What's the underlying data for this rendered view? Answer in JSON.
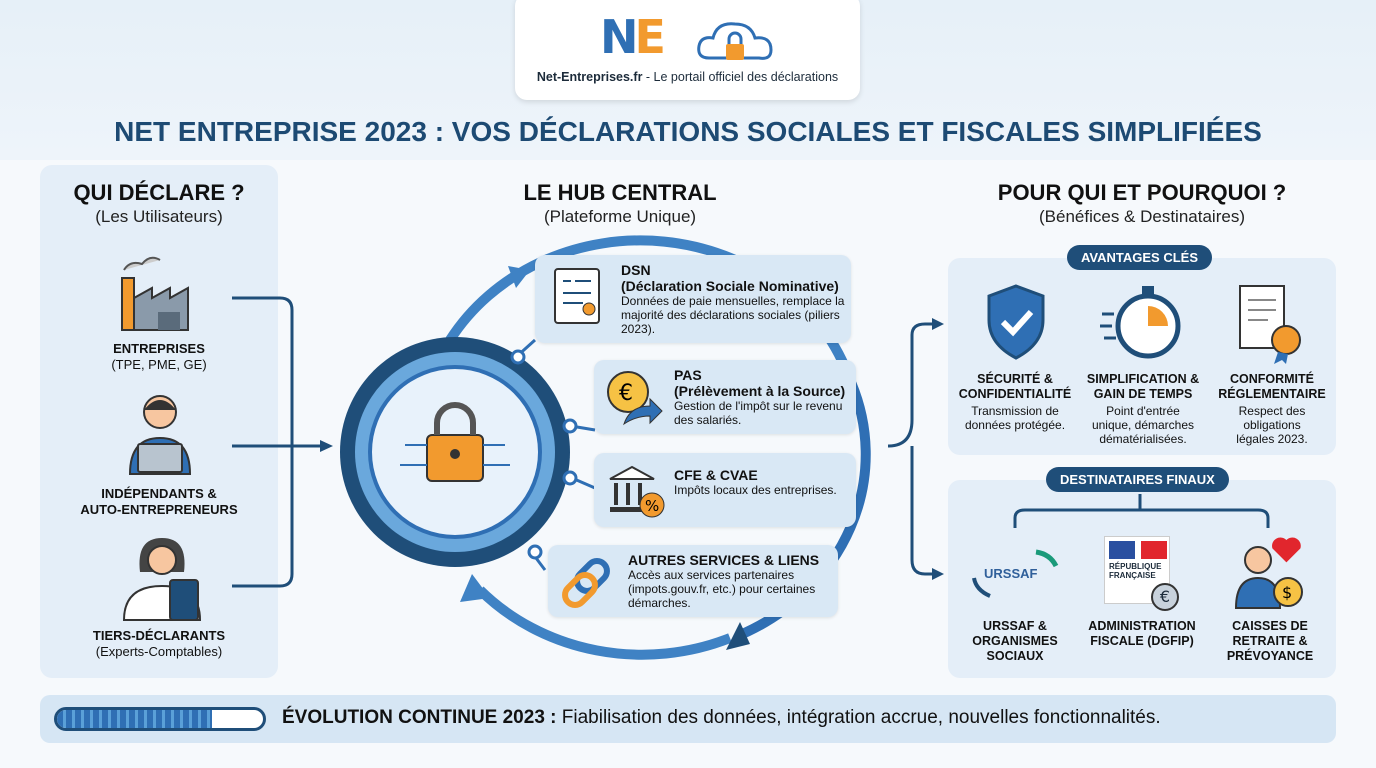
{
  "header": {
    "logo_text": "NE",
    "tagline_site": "Net-Entreprises.fr",
    "tagline_rest": " - Le portail officiel des déclarations",
    "title": "NET ENTREPRISE 2023 : VOS DÉCLARATIONS SOCIALES ET FISCALES SIMPLIFIÉES"
  },
  "left": {
    "title": "QUI DÉCLARE ?",
    "subtitle": "(Les Utilisateurs)",
    "users": [
      {
        "icon": "factory-icon",
        "title": "ENTREPRISES",
        "sub": "(TPE, PME, GE)"
      },
      {
        "icon": "freelancer-laptop-icon",
        "title": "INDÉPENDANTS &",
        "sub": "AUTO-ENTREPRENEURS"
      },
      {
        "icon": "accountant-calculator-icon",
        "title": "TIERS-DÉCLARANTS",
        "sub": "(Experts-Comptables)"
      }
    ]
  },
  "center": {
    "title": "LE HUB CENTRAL",
    "subtitle": "(Plateforme Unique)",
    "services": [
      {
        "icon": "document-certificate-icon",
        "title": "DSN",
        "title2": "(Déclaration Sociale Nominative)",
        "desc": "Données de paie mensuelles, remplace la majorité des déclarations sociales (piliers 2023)."
      },
      {
        "icon": "euro-coin-arrow-icon",
        "title": "PAS",
        "title2": "(Prélèvement à la Source)",
        "desc": "Gestion de l'impôt sur le revenu des salariés."
      },
      {
        "icon": "bank-percent-icon",
        "title": "CFE & CVAE",
        "title2": "",
        "desc": "Impôts locaux des entreprises."
      },
      {
        "icon": "chain-link-icon",
        "title": "AUTRES SERVICES & LIENS",
        "title2": "",
        "desc": "Accès aux services partenaires (impots.gouv.fr, etc.) pour certaines démarches."
      }
    ]
  },
  "right": {
    "title": "POUR QUI ET POURQUOI ?",
    "subtitle": "(Bénéfices & Destinataires)",
    "advantages_label": "AVANTAGES CLÉS",
    "advantages": [
      {
        "icon": "shield-check-icon",
        "title": "SÉCURITÉ & CONFIDENTIALITÉ",
        "desc": "Transmission de données protégée."
      },
      {
        "icon": "stopwatch-icon",
        "title": "SIMPLIFICATION & GAIN DE TEMPS",
        "desc": "Point d'entrée unique, démarches dématérialisées."
      },
      {
        "icon": "certificate-badge-icon",
        "title": "CONFORMITÉ RÉGLEMENTAIRE",
        "desc": "Respect des obligations légales 2023."
      }
    ],
    "recipients_label": "DESTINATAIRES FINAUX",
    "recipients": [
      {
        "logo": "URSSAF",
        "title": "URSSAF & ORGANISMES SOCIAUX"
      },
      {
        "logo": "RÉPUBLIQUE FRANÇAISE",
        "title": "ADMINISTRATION FISCALE (DGFIP)"
      },
      {
        "logo": "",
        "title": "CAISSES DE RETRAITE & PRÉVOYANCE"
      }
    ]
  },
  "footer": {
    "label": "ÉVOLUTION CONTINUE 2023 :",
    "text": " Fiabilisation des données, intégration accrue, nouvelles fonctionnalités.",
    "progress_percent": 75
  },
  "colors": {
    "primary": "#1f4e79",
    "accent": "#f29a2e",
    "blue": "#2f6fb4",
    "panel": "#e4eef8"
  }
}
